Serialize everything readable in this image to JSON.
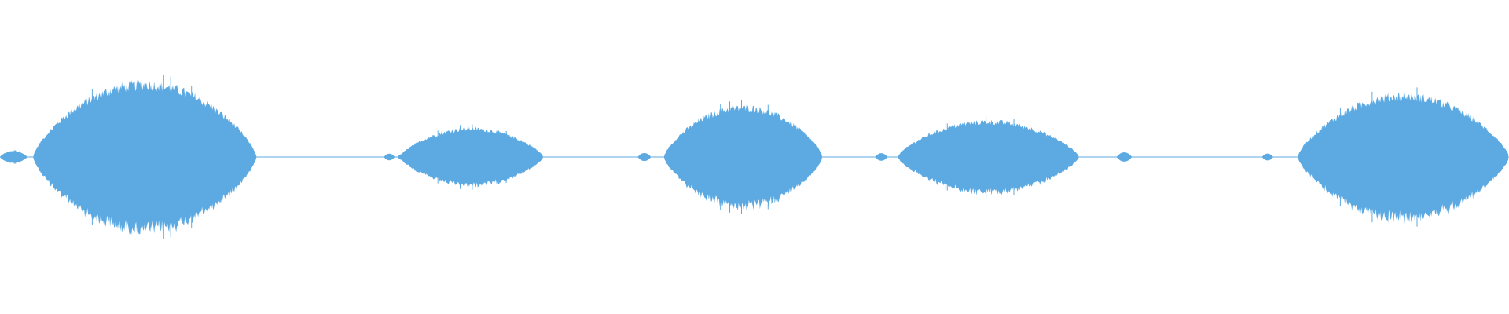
{
  "waveform": {
    "color": "#5daae2",
    "segments": [
      {
        "start": 0.0,
        "end": 0.018,
        "amp": 0.05
      },
      {
        "start": 0.022,
        "end": 0.17,
        "amp": 0.62
      },
      {
        "start": 0.265,
        "end": 0.36,
        "amp": 0.24
      },
      {
        "start": 0.44,
        "end": 0.545,
        "amp": 0.42
      },
      {
        "start": 0.595,
        "end": 0.715,
        "amp": 0.3
      },
      {
        "start": 0.86,
        "end": 1.0,
        "amp": 0.52
      }
    ],
    "blips": [
      0.258,
      0.267,
      0.427,
      0.584,
      0.745,
      0.84
    ],
    "baseline_amp": 0.004
  }
}
